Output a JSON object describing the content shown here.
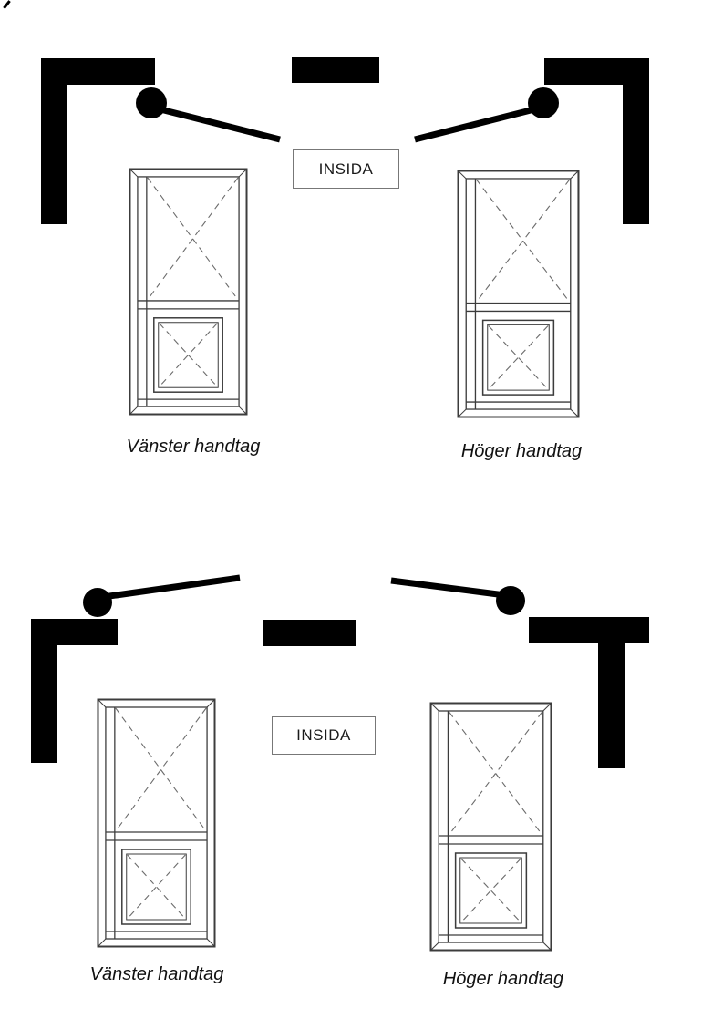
{
  "diagram": {
    "title": "window handle orientation diagram",
    "sections": [
      {
        "insida": "INSIDA",
        "left_label": "Vänster handtag",
        "right_label": "Höger handtag"
      },
      {
        "insida": "INSIDA",
        "left_label": "Vänster handtag",
        "right_label": "Höger handtag"
      }
    ],
    "colors": {
      "wall_black": "#000000",
      "drawing_line": "#3c3c3c",
      "dashed_line": "#6b6b6b",
      "background": "#ffffff"
    }
  }
}
